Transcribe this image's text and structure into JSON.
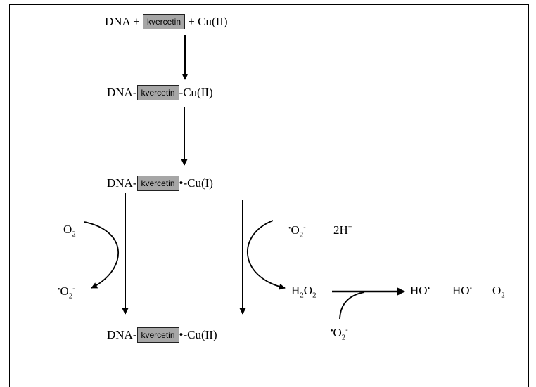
{
  "row1": {
    "left": "DNA + ",
    "box": "kvercetin",
    "right": " + Cu(II)"
  },
  "row2": {
    "left": "DNA-",
    "box": "kvercetin",
    "right": "-Cu(II)"
  },
  "row3": {
    "left": "DNA-",
    "box": "kvercetin",
    "mark": "•",
    "right": "-Cu(I)"
  },
  "row4": {
    "left": "DNA-",
    "box": "kvercetin",
    "mark": "•",
    "right": "-Cu(II)"
  },
  "left_cycle": {
    "o2": {
      "base": "O",
      "sub": "2"
    },
    "superoxide": {
      "dot": "•",
      "base": "O",
      "sub": "2",
      "charge": "-"
    }
  },
  "right_cycle": {
    "superoxide_in": {
      "dot": "•",
      "base": "O",
      "sub": "2",
      "charge": "-"
    },
    "protons": {
      "base": "2H",
      "charge": "+"
    },
    "h2o2": {
      "a": "H",
      "sub1": "2",
      "b": "O",
      "sub2": "2"
    }
  },
  "products": {
    "hydroxyl_radical": {
      "base": "HO",
      "dot": "•"
    },
    "hydroxide": {
      "base": "HO",
      "charge": "-"
    },
    "oxygen": {
      "base": "O",
      "sub": "2"
    }
  },
  "bottom_superoxide": {
    "dot": "•",
    "base": "O",
    "sub": "2",
    "charge": "-"
  },
  "colors": {
    "box_fill": "#a6a6a6",
    "line": "#000000"
  }
}
